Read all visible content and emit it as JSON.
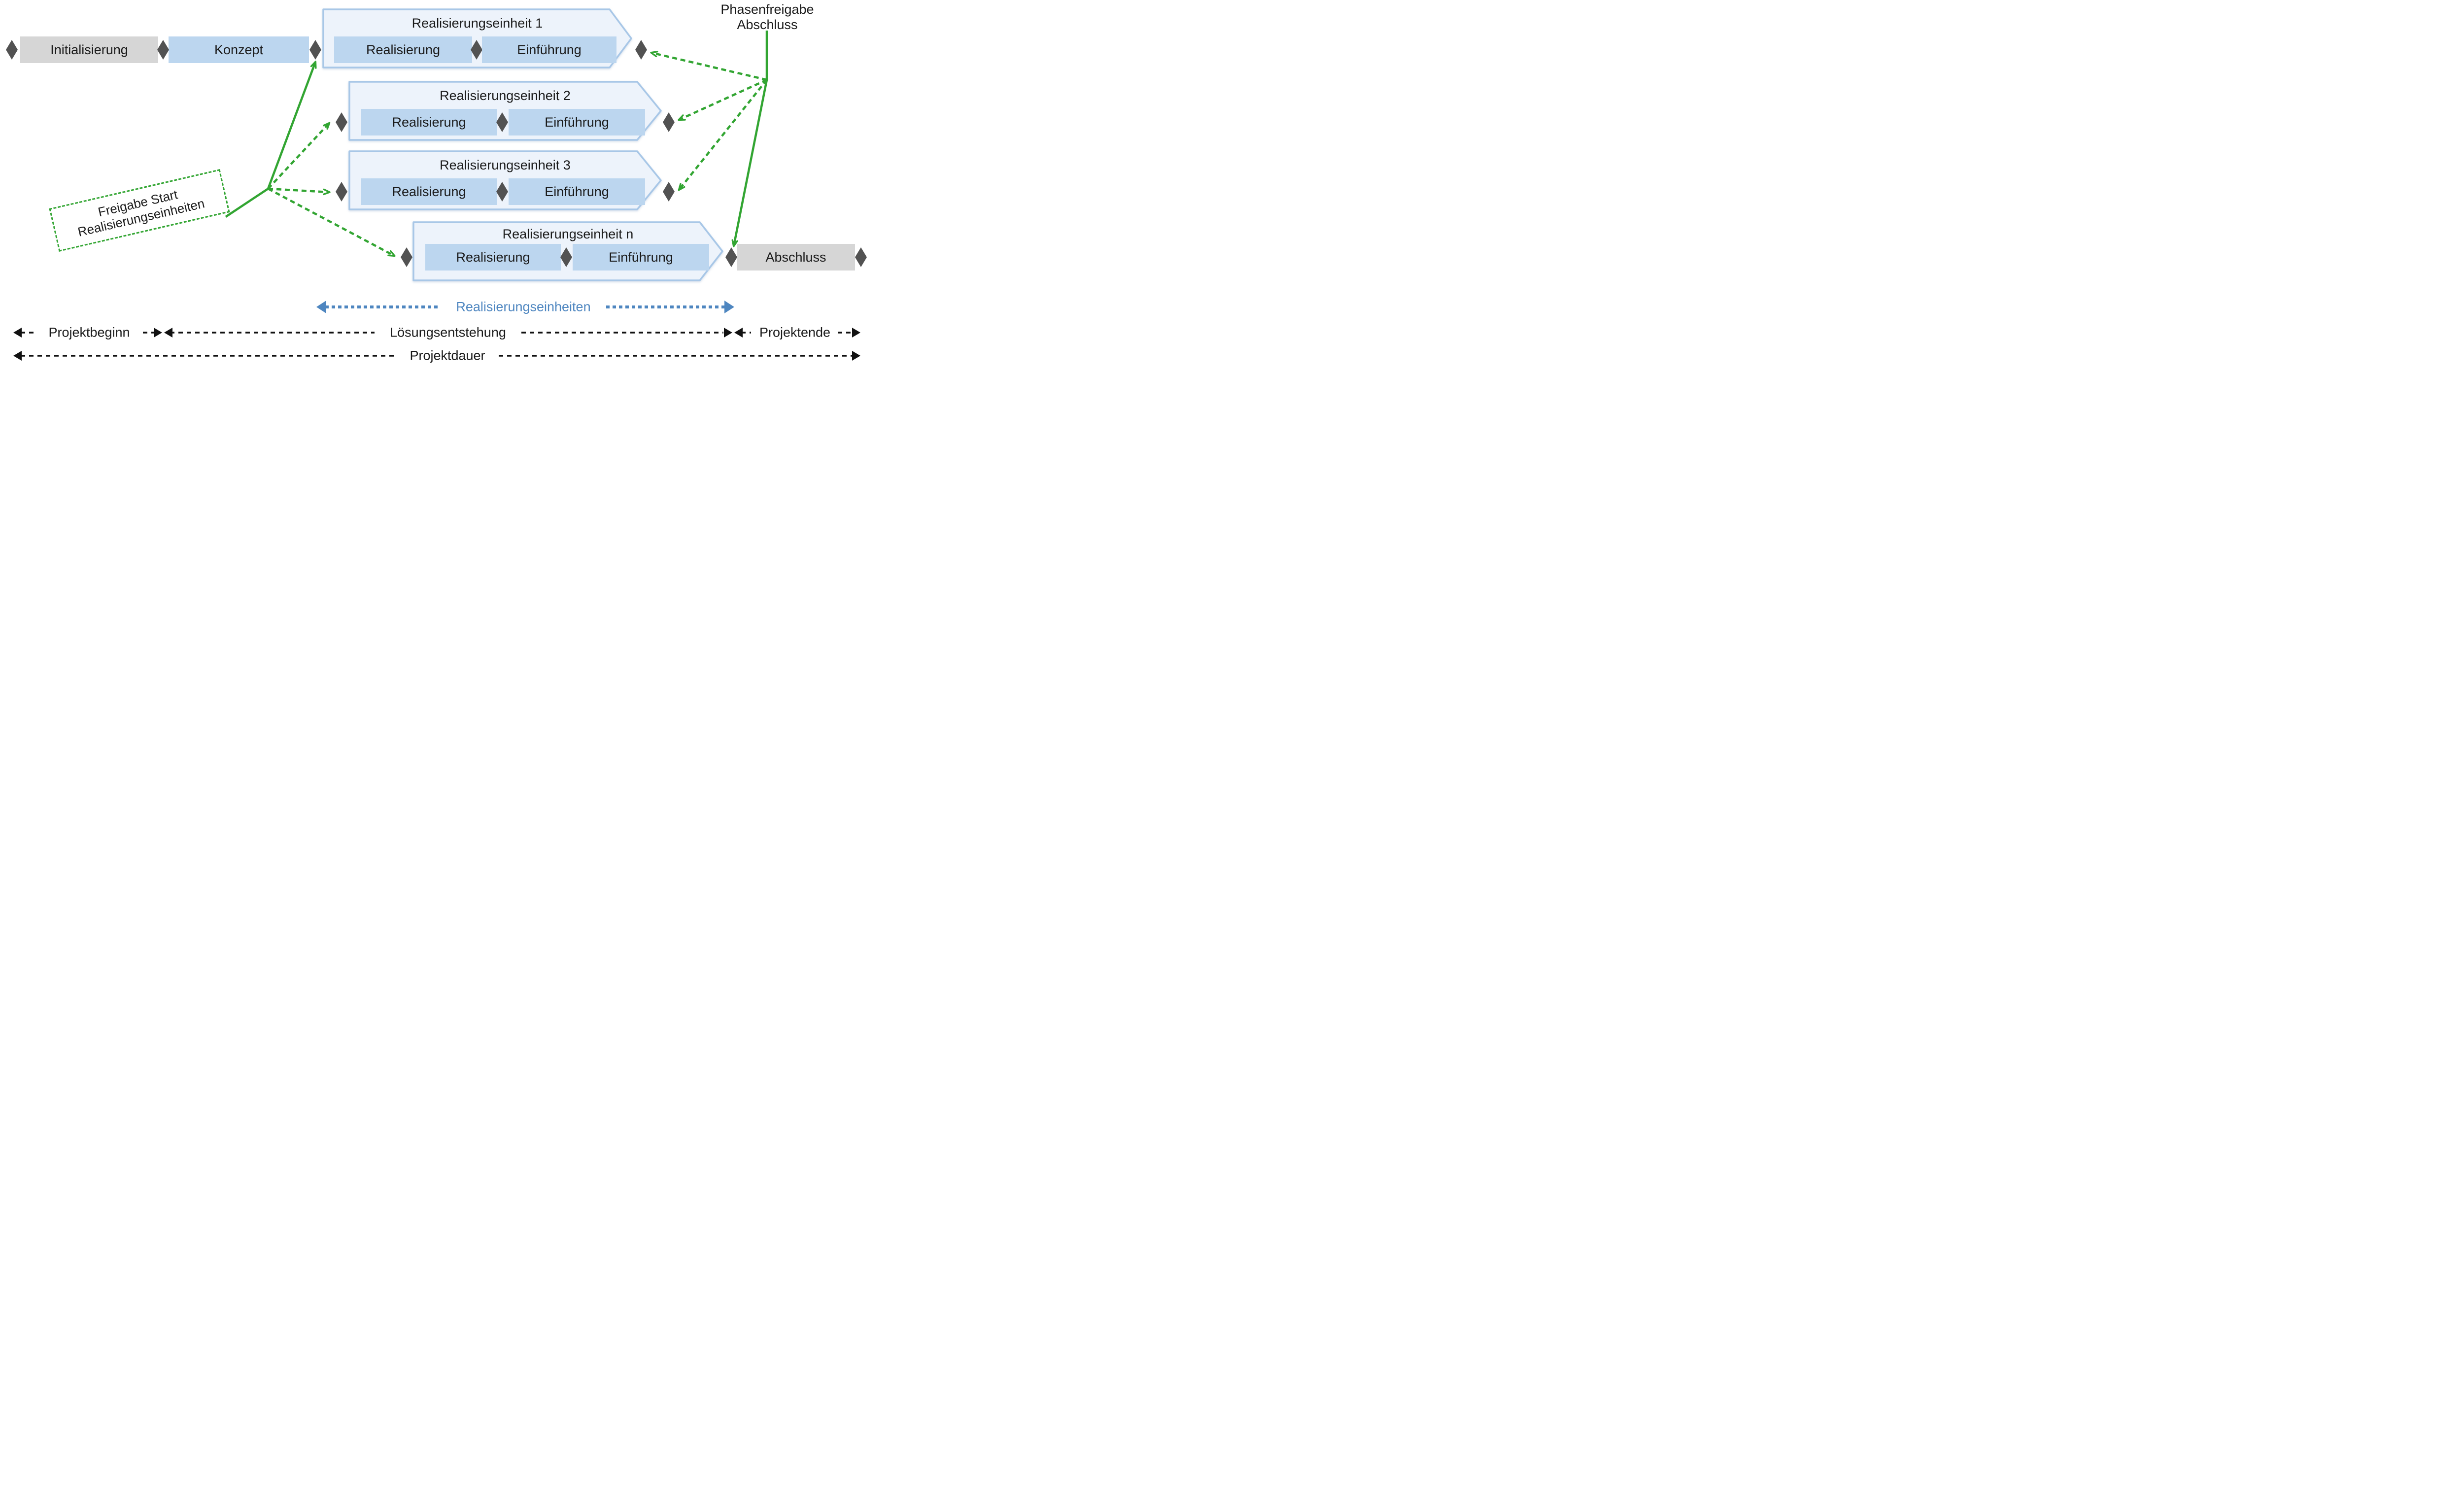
{
  "phases": {
    "initialisierung": "Initialisierung",
    "konzept": "Konzept",
    "abschluss": "Abschluss"
  },
  "units": [
    {
      "title": "Realisierungseinheit 1",
      "phase1": "Realisierung",
      "phase2": "Einführung"
    },
    {
      "title": "Realisierungseinheit 2",
      "phase1": "Realisierung",
      "phase2": "Einführung"
    },
    {
      "title": "Realisierungseinheit 3",
      "phase1": "Realisierung",
      "phase2": "Einführung"
    },
    {
      "title": "Realisierungseinheit n",
      "phase1": "Realisierung",
      "phase2": "Einführung"
    }
  ],
  "milestones": {
    "phasenfreigabe": {
      "line1": "Phasenfreigabe",
      "line2": "Abschluss"
    },
    "freigabe": {
      "line1": "Freigabe Start",
      "line2": "Realisierungseinheiten"
    }
  },
  "timeline": {
    "realisierungseinheiten": "Realisierungseinheiten",
    "projektbeginn": "Projektbeginn",
    "loesungsentstehung": "Lösungsentstehung",
    "projektende": "Projektende",
    "projektdauer": "Projektdauer"
  },
  "colors": {
    "accent_green": "#32a532",
    "timeline_blue": "#4e86c0",
    "box_blue": "#bcd6ef",
    "unit_fill": "#edf3fb",
    "unit_border": "#a8c7e7",
    "gray_box": "#d6d6d6",
    "diamond_gray": "#525252"
  }
}
